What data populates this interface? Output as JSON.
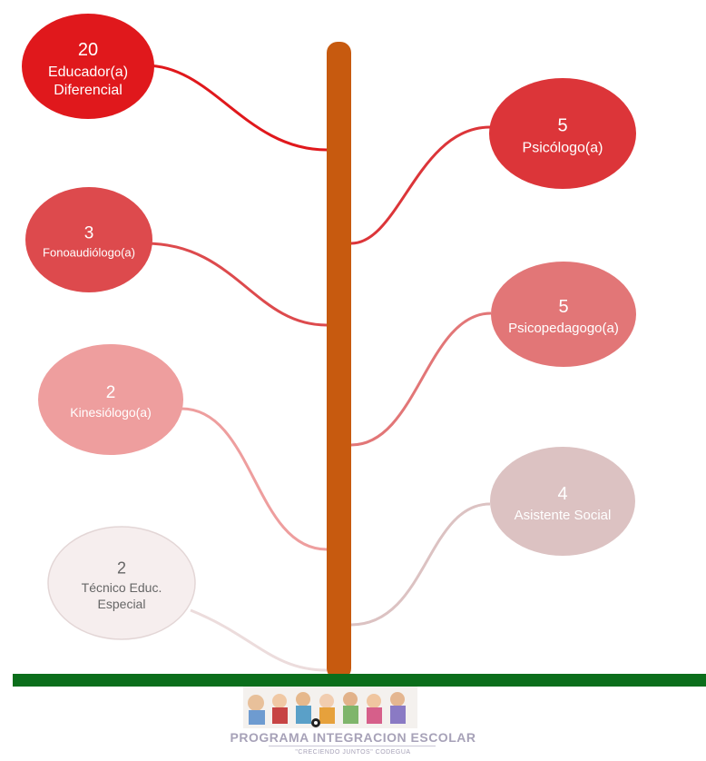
{
  "colors": {
    "trunk": "#c75a0f",
    "ground": "#0b6e1b"
  },
  "nodes": [
    {
      "id": "educador",
      "count": "20",
      "label": [
        "Educador(a)",
        "Diferencial"
      ],
      "fill": "#e0181c",
      "text_color": "#ffffff"
    },
    {
      "id": "psicologo",
      "count": "5",
      "label": [
        "Psicólogo(a)"
      ],
      "fill": "#dc3539",
      "text_color": "#ffffff"
    },
    {
      "id": "fonoaudiologo",
      "count": "3",
      "label": [
        "Fonoaudiólogo(a)"
      ],
      "fill": "#dd4a4d",
      "text_color": "#ffffff"
    },
    {
      "id": "psicopedagogo",
      "count": "5",
      "label": [
        "Psicopedagogo(a)"
      ],
      "fill": "#e27677",
      "text_color": "#ffffff"
    },
    {
      "id": "kinesiologo",
      "count": "2",
      "label": [
        "Kinesiólogo(a)"
      ],
      "fill": "#ee9e9e",
      "text_color": "#ffffff"
    },
    {
      "id": "asistente",
      "count": "4",
      "label": [
        "Asistente Social"
      ],
      "fill": "#dcc2c2",
      "text_color": "#ffffff"
    },
    {
      "id": "tecnico",
      "count": "2",
      "label": [
        "Técnico Educ.",
        "Especial"
      ],
      "fill": "#f6eeee",
      "text_color": "#666666"
    }
  ],
  "footer": {
    "title": "PROGRAMA INTEGRACION ESCOLAR",
    "subtitle": "\"CRECIENDO JUNTOS\" CODEGUA"
  }
}
